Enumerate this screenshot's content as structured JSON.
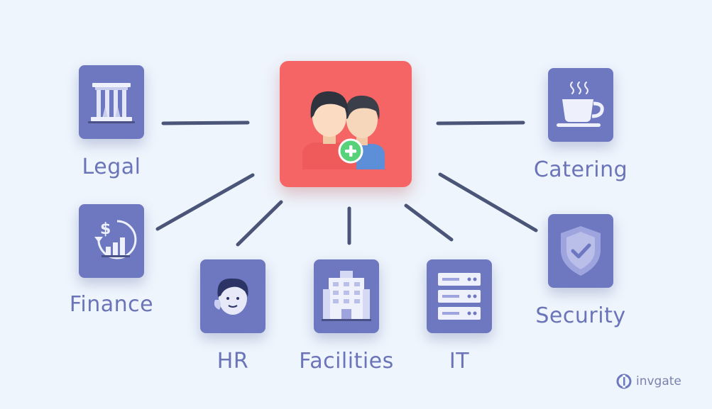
{
  "center": {
    "icon": "add-users-icon",
    "color": "#f56565"
  },
  "departments": [
    {
      "id": "legal",
      "label": "Legal",
      "icon": "courthouse-icon"
    },
    {
      "id": "finance",
      "label": "Finance",
      "icon": "dollar-growth-icon"
    },
    {
      "id": "hr",
      "label": "HR",
      "icon": "person-icon"
    },
    {
      "id": "facilities",
      "label": "Facilities",
      "icon": "office-building-icon"
    },
    {
      "id": "it",
      "label": "IT",
      "icon": "server-rack-icon"
    },
    {
      "id": "catering",
      "label": "Catering",
      "icon": "coffee-cup-icon"
    },
    {
      "id": "security",
      "label": "Security",
      "icon": "shield-check-icon"
    }
  ],
  "brand": {
    "name": "invgate"
  },
  "colors": {
    "background": "#eef5fd",
    "tile": "#6e78c1",
    "connector": "#4a5578",
    "label": "#6b74b8",
    "center": "#f56565"
  }
}
